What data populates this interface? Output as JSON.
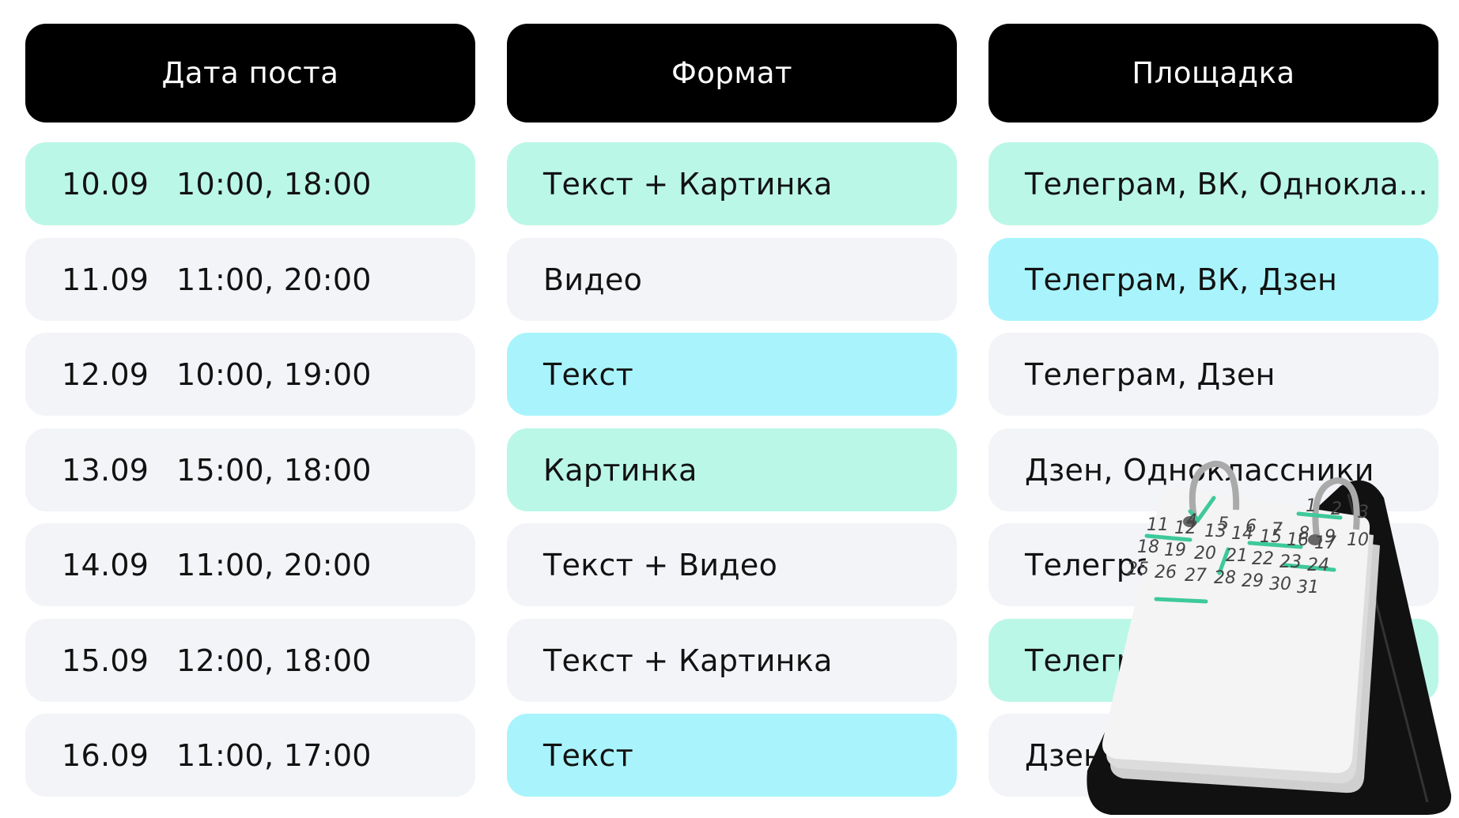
{
  "columns": [
    {
      "header": "Дата поста"
    },
    {
      "header": "Формат"
    },
    {
      "header": "Площадка"
    }
  ],
  "rows": [
    {
      "date": "10.09",
      "time": "10:00, 18:00",
      "format": "Текст + Картинка",
      "platform": "Телеграм, ВК, Однокла..."
    },
    {
      "date": "11.09",
      "time": "11:00, 20:00",
      "format": "Видео",
      "platform": "Телеграм, ВК, Дзен"
    },
    {
      "date": "12.09",
      "time": "10:00, 19:00",
      "format": "Текст",
      "platform": "Телеграм, Дзен"
    },
    {
      "date": "13.09",
      "time": "15:00, 18:00",
      "format": "Картинка",
      "platform": "Дзен, Одноклассники"
    },
    {
      "date": "14.09",
      "time": "11:00, 20:00",
      "format": "Текст + Видео",
      "platform": "Телеграм"
    },
    {
      "date": "15.09",
      "time": "12:00, 18:00",
      "format": "Текст + Картинка",
      "platform": "Телеграм"
    },
    {
      "date": "16.09",
      "time": "11:00, 17:00",
      "format": "Текст",
      "platform": "Дзен"
    }
  ],
  "calendar": {
    "icon": "desk-calendar-icon",
    "days": [
      "1",
      "2",
      "3",
      "4",
      "5",
      "6",
      "7",
      "8",
      "9",
      "10",
      "11",
      "12",
      "13",
      "14",
      "15",
      "16",
      "17",
      "18",
      "19",
      "20",
      "21",
      "22",
      "23",
      "24",
      "25",
      "26",
      "27",
      "28",
      "29",
      "30",
      "31"
    ]
  },
  "colors": {
    "header_bg": "#000000",
    "mint": "#bbf7e7",
    "cyan": "#a9f4fc",
    "gray": "#f3f4f7",
    "calendar_mark": "#3ec99a"
  }
}
